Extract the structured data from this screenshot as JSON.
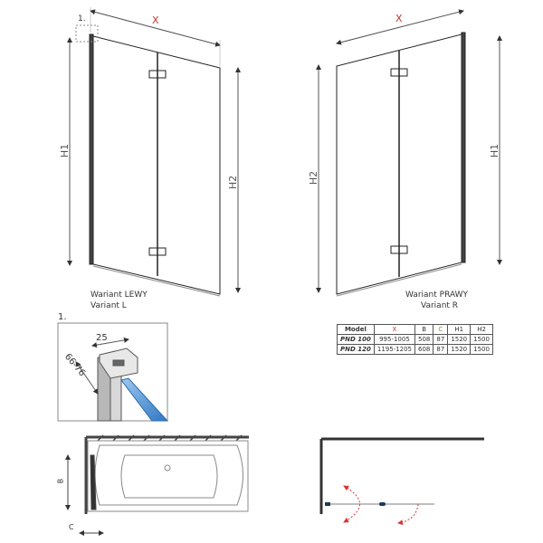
{
  "left_view": {
    "dim_x": "X",
    "dim_h1": "H1",
    "dim_h2": "H2",
    "detail_ref": "1.",
    "caption_pl": "Wariant LEWY",
    "caption_en": "Variant L"
  },
  "right_view": {
    "dim_x": "X",
    "dim_h1": "H1",
    "dim_h2": "H2",
    "caption_pl": "Wariant PRAWY",
    "caption_en": "Variant R"
  },
  "detail": {
    "title": "1.",
    "dim_width": "25",
    "dim_range": "66-76"
  },
  "table": {
    "headers": [
      "Model",
      "X",
      "B",
      "C",
      "H1",
      "H2"
    ],
    "rows": [
      [
        "PND 100",
        "995-1005",
        "508",
        "87",
        "1520",
        "1500"
      ],
      [
        "PND 120",
        "1195-1205",
        "608",
        "87",
        "1520",
        "1500"
      ]
    ]
  },
  "bath_plan": {
    "dim_b": "B",
    "dim_c": "C"
  },
  "colors": {
    "dimension_accent": "#c0392b",
    "glass": "#4a90d9",
    "arrow": "#d33"
  }
}
